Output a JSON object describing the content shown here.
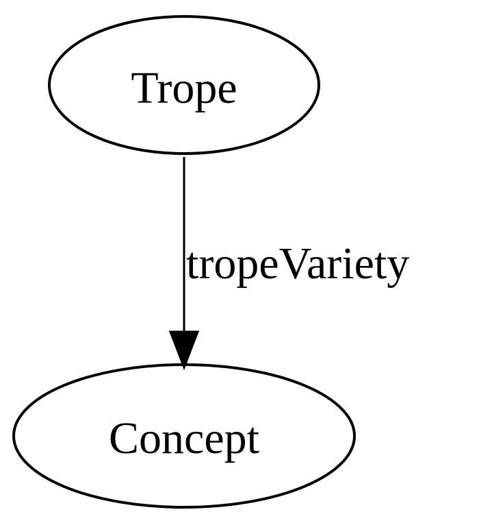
{
  "diagram": {
    "nodes": {
      "trope": {
        "label": "Trope"
      },
      "concept": {
        "label": "Concept"
      }
    },
    "edges": [
      {
        "from": "trope",
        "to": "concept",
        "label": "tropeVariety"
      }
    ]
  },
  "colors": {
    "stroke": "#000000",
    "background": "#ffffff"
  }
}
